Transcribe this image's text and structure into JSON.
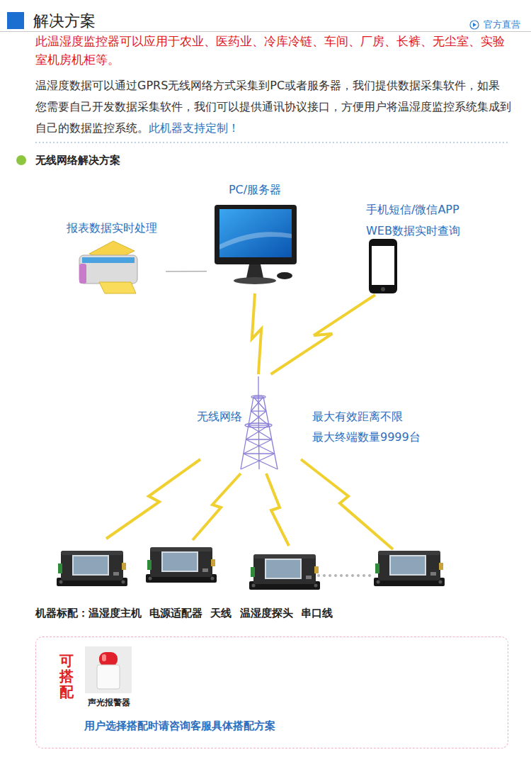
{
  "diagram": {
    "title": "解决方案",
    "nodes": [
      {
        "text": [
          "PC/服务器"
        ]
      },
      {
        "text": [
          "报表数据实时处理"
        ]
      },
      {
        "text": [
          "手机短信/微信APP",
          "WEB数据实时查询"
        ]
      },
      {
        "text": [
          "无线网络"
        ]
      },
      {
        "text": [
          "可搭配",
          "用户选择搭配时请咨询客服具体搭配方案"
        ]
      },
      {
        "text": [
          "声光报警器"
        ],
        "in": 4
      }
    ],
    "edges": [
      {
        "from": 1,
        "to": 0,
        "arrow": "none"
      },
      {
        "from": 0,
        "to": 3,
        "arrow": "none"
      },
      {
        "from": 2,
        "to": 3,
        "arrow": "none"
      }
    ],
    "labels": [
      "官方直营",
      "此温湿度监控器可以应用于农业、医药业、冷库冷链、车间、厂房、长裤、无尘室、实验室机房机柜等。",
      "温湿度数据可以通过GPRS无线网络方式采集到PC或者服务器，我们提供数据采集软件，如果您需要自己开发数据采集软件，我们可以提供通讯协议接口，方便用户将温湿度监控系统集成到自己的数据监控系统。",
      "此机器支持定制！",
      "无线网络解决方案",
      "最大有效距离不限",
      "最大终端数量9999台",
      "机器标配：温湿度主机 电源适配器 天线 温湿度探头 串口线"
    ]
  }
}
